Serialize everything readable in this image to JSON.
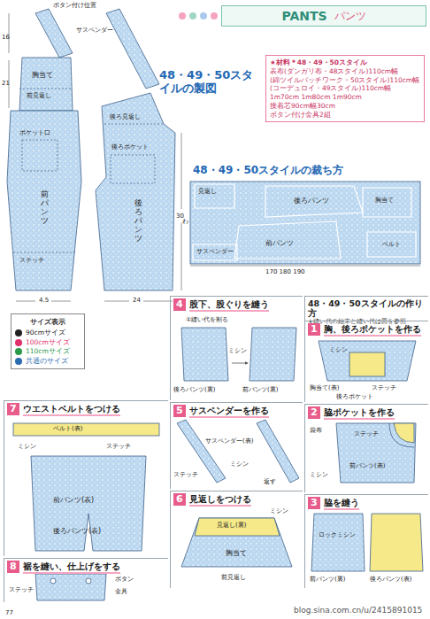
{
  "diagram": {
    "nodes": [
      {
        "text": [
          "PANTS",
          "パンツ"
        ]
      },
      {
        "text": [
          "★材料＊48・49・50スタイル",
          "表布(ダンガリ布・48スタイル)110cm幅",
          "(綿ツイルパッチワーク・50スタイル)110cm幅",
          "(コーデュロイ・49スタイル)110cm幅",
          "1m70cm 1m80cm 1m90cm",
          "接着芯90cm幅30cm",
          "ボタン付け金具2組"
        ]
      },
      {
        "text": [
          "サイズ表示"
        ]
      },
      {
        "text": [
          "4",
          "股下、股ぐりを縫う"
        ]
      },
      {
        "text": [
          "48・49・50スタイルの作り方",
          "★縫い代の始末と縫い代は図を参照"
        ]
      },
      {
        "text": [
          "1",
          "胸、後ろポケットを作る"
        ]
      },
      {
        "text": [
          "5",
          "サスペンダーを作る"
        ]
      },
      {
        "text": [
          "2",
          "脇ポケットを作る"
        ]
      },
      {
        "text": [
          "6",
          "見返しをつける"
        ]
      },
      {
        "text": [
          "3",
          "脇を縫う"
        ]
      },
      {
        "text": [
          "7",
          "ウエストベルトをつける"
        ]
      },
      {
        "text": [
          "8",
          "裾を縫い、仕上げをする"
        ]
      }
    ],
    "labels": [
      "48・49・50スタイルの製図",
      "ボタン付け位置",
      "サスペンダー",
      "16",
      "21",
      "胸当て",
      "前見返し",
      "後ろ見返し",
      "ポケット口",
      "後ろポケット",
      "前パンツ",
      "後ろパンツ",
      "ステッチ",
      "30",
      "4.5",
      "24",
      "48・49・50スタイルの裁ち方",
      "見返し",
      "後ろパンツ",
      "胸当て",
      "前パンツ",
      "ベルト",
      "サスペンダー",
      "わ",
      "170 180 190",
      "①縫い代を割る",
      "ミシン",
      "後ろパンツ(裏)",
      "前パンツ(裏)",
      "ミシン",
      "胸当て(表)",
      "ステッチ",
      "後ろポケット",
      "サスペンダー(表)",
      "ミシン",
      "ステッチ",
      "返す",
      "袋布",
      "ステッチ",
      "前パンツ(表)",
      "ミシン",
      "ミシン",
      "見返し(裏)",
      "胸当て",
      "前見返し",
      "ロックミシン",
      "前パンツ(裏)",
      "後ろパンツ(表)",
      "ベルト(表)",
      "ミシン",
      "ステッチ",
      "前パンツ(表)",
      "後ろパンツ(表)",
      "ステッチ",
      "ボタン",
      "金具",
      "blog.sina.com.cn/u/2415891015",
      "77"
    ],
    "legend": [
      {
        "text": "90cmサイズ",
        "color": "#222222"
      },
      {
        "text": "100cmサイズ",
        "color": "#e0306a"
      },
      {
        "text": "110cmサイズ",
        "color": "#2a9a4a"
      },
      {
        "text": "共通のサイズ",
        "color": "#2b6cb0"
      }
    ]
  }
}
